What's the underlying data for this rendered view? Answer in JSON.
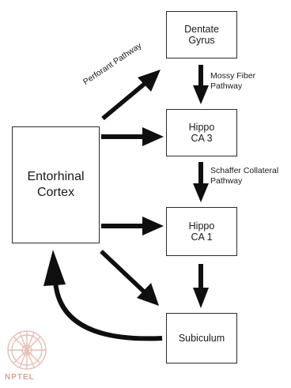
{
  "diagram": {
    "nodes": {
      "dentate_gyrus": {
        "lines": [
          "Dentate",
          "Gyrus"
        ]
      },
      "hippo_ca3": {
        "lines": [
          "Hippo",
          "CA 3"
        ]
      },
      "hippo_ca1": {
        "lines": [
          "Hippo",
          "CA 1"
        ]
      },
      "subiculum": {
        "lines": [
          "Subiculum"
        ]
      },
      "entorhinal_cortex": {
        "lines": [
          "Entorhinal",
          "Cortex"
        ]
      }
    },
    "pathway_labels": {
      "perforant": "Perforant Pathway",
      "mossy_fiber": [
        "Mossy Fiber",
        "Pathway"
      ],
      "schaffer_collateral": [
        "Schaffer Collateral",
        "Pathway"
      ]
    },
    "edges": [
      {
        "from": "Entorhinal Cortex",
        "to": "Dentate Gyrus",
        "label": "Perforant Pathway"
      },
      {
        "from": "Entorhinal Cortex",
        "to": "Hippo CA 3"
      },
      {
        "from": "Entorhinal Cortex",
        "to": "Hippo CA 1"
      },
      {
        "from": "Entorhinal Cortex",
        "to": "Subiculum"
      },
      {
        "from": "Dentate Gyrus",
        "to": "Hippo CA 3",
        "label": "Mossy Fiber Pathway"
      },
      {
        "from": "Hippo CA 3",
        "to": "Hippo CA 1",
        "label": "Schaffer Collateral Pathway"
      },
      {
        "from": "Hippo CA 1",
        "to": "Subiculum"
      },
      {
        "from": "Subiculum",
        "to": "Entorhinal Cortex"
      }
    ],
    "arrow_color": "#0f0f0f"
  },
  "watermark": {
    "text": "NPTEL",
    "color": "#d8a494"
  }
}
